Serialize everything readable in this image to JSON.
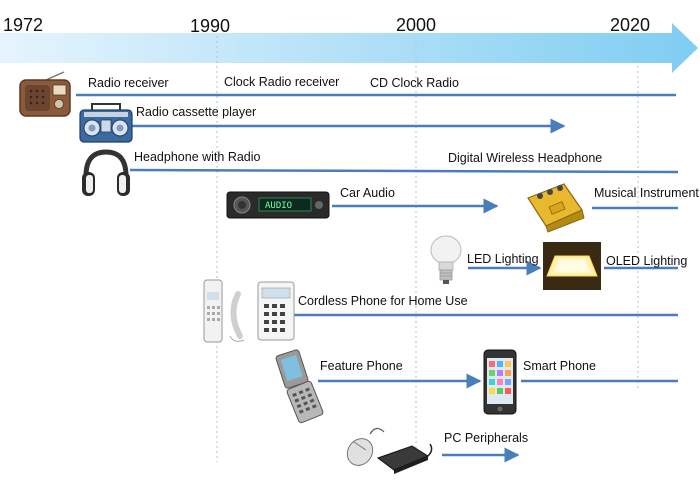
{
  "years": [
    "1972",
    "1990",
    "2000",
    "2020"
  ],
  "rows": {
    "radio": {
      "labels": [
        "Radio receiver",
        "Clock Radio receiver",
        "CD Clock Radio"
      ]
    },
    "cassette": {
      "label": "Radio cassette player"
    },
    "headphone": {
      "labels": [
        "Headphone with Radio",
        "Digital Wireless Headphone"
      ]
    },
    "car_audio": {
      "label": "Car Audio",
      "display_text": "AUDIO"
    },
    "musical": {
      "label": "Musical Instrument"
    },
    "lighting": {
      "labels": [
        "LED Lighting",
        "OLED Lighting"
      ]
    },
    "cordless": {
      "label": "Cordless Phone for Home Use"
    },
    "phone": {
      "labels": [
        "Feature Phone",
        "Smart Phone"
      ]
    },
    "pc": {
      "label": "PC Peripherals"
    }
  },
  "colors": {
    "line": "#4a7ebb",
    "banner_start": "#e6f4fd",
    "banner_end": "#7fcdf2",
    "guide": "#a9c4e0"
  },
  "icons": [
    "radio-icon",
    "cassette-player-icon",
    "headphone-icon",
    "car-audio-icon",
    "effects-pedal-icon",
    "led-bulb-icon",
    "oled-panel-icon",
    "cordless-phone-icon",
    "flip-phone-icon",
    "smartphone-icon",
    "mouse-icon",
    "external-drive-icon"
  ]
}
